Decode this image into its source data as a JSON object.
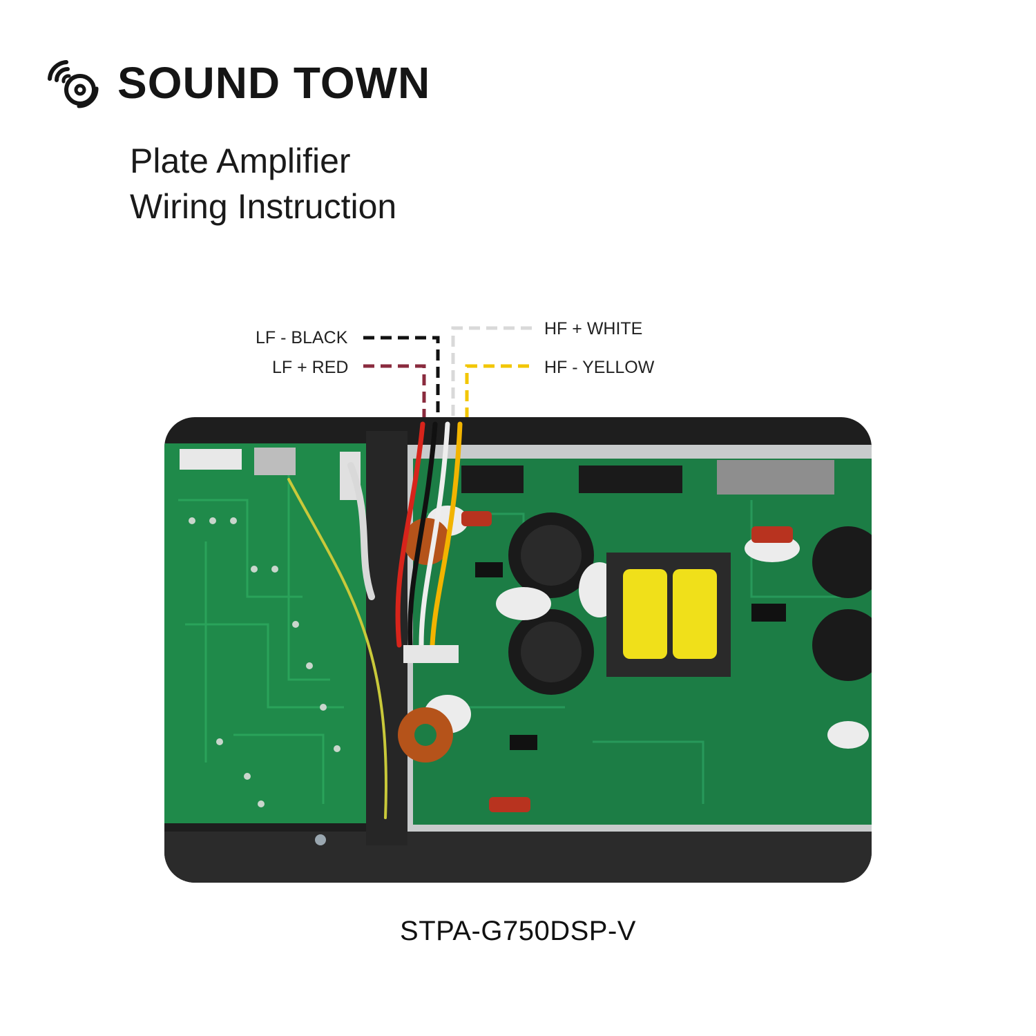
{
  "brand": {
    "name": "SOUND TOWN",
    "logo_icon": "sound-wave-disc-icon"
  },
  "title": {
    "line1": "Plate Amplifier",
    "line2": "Wiring Instruction"
  },
  "wires": [
    {
      "label": "LF - BLACK",
      "color": "#111111"
    },
    {
      "label": "LF + RED",
      "color": "#8a2b3e"
    },
    {
      "label": "HF + WHITE",
      "color": "#d9d9d9"
    },
    {
      "label": "HF - YELLOW",
      "color": "#f2c600"
    }
  ],
  "image": {
    "subject": "amplifier-circuit-board",
    "pcb_color": "#1f8a4a",
    "housing_color": "#222222",
    "transformer_color": "#f0e01a"
  },
  "model": "STPA-G750DSP-V"
}
